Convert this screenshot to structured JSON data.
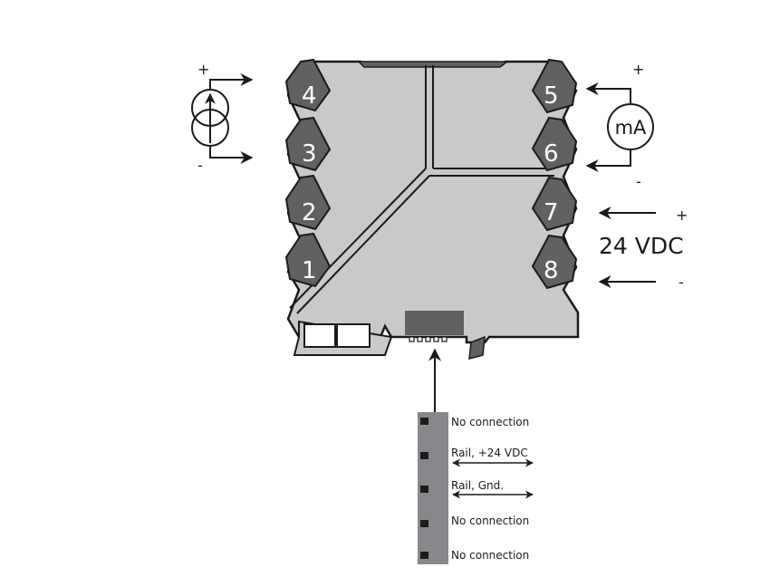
{
  "diagram": {
    "module": {
      "body_color": "#c9c9cb",
      "terminal_color": "#616163",
      "outline_color": "#1a1a1a",
      "left_terminals": [
        "4",
        "3",
        "2",
        "1"
      ],
      "right_terminals": [
        "5",
        "6",
        "7",
        "8"
      ]
    },
    "input_source": {
      "type": "current-source",
      "plus_label": "+",
      "minus_label": "-"
    },
    "output_meter": {
      "label": "mA",
      "plus_label": "+",
      "minus_label": "-"
    },
    "supply": {
      "label": "24 VDC",
      "plus_label": "+",
      "minus_label": "-"
    },
    "rail_connector": {
      "color": "#88888c",
      "pins": [
        {
          "label": "No connection",
          "has_arrow": false
        },
        {
          "label": "Rail, +24 VDC",
          "has_arrow": true
        },
        {
          "label": "Rail, Gnd.",
          "has_arrow": true
        },
        {
          "label": "No connection",
          "has_arrow": false
        },
        {
          "label": "No connection",
          "has_arrow": false
        }
      ]
    }
  }
}
